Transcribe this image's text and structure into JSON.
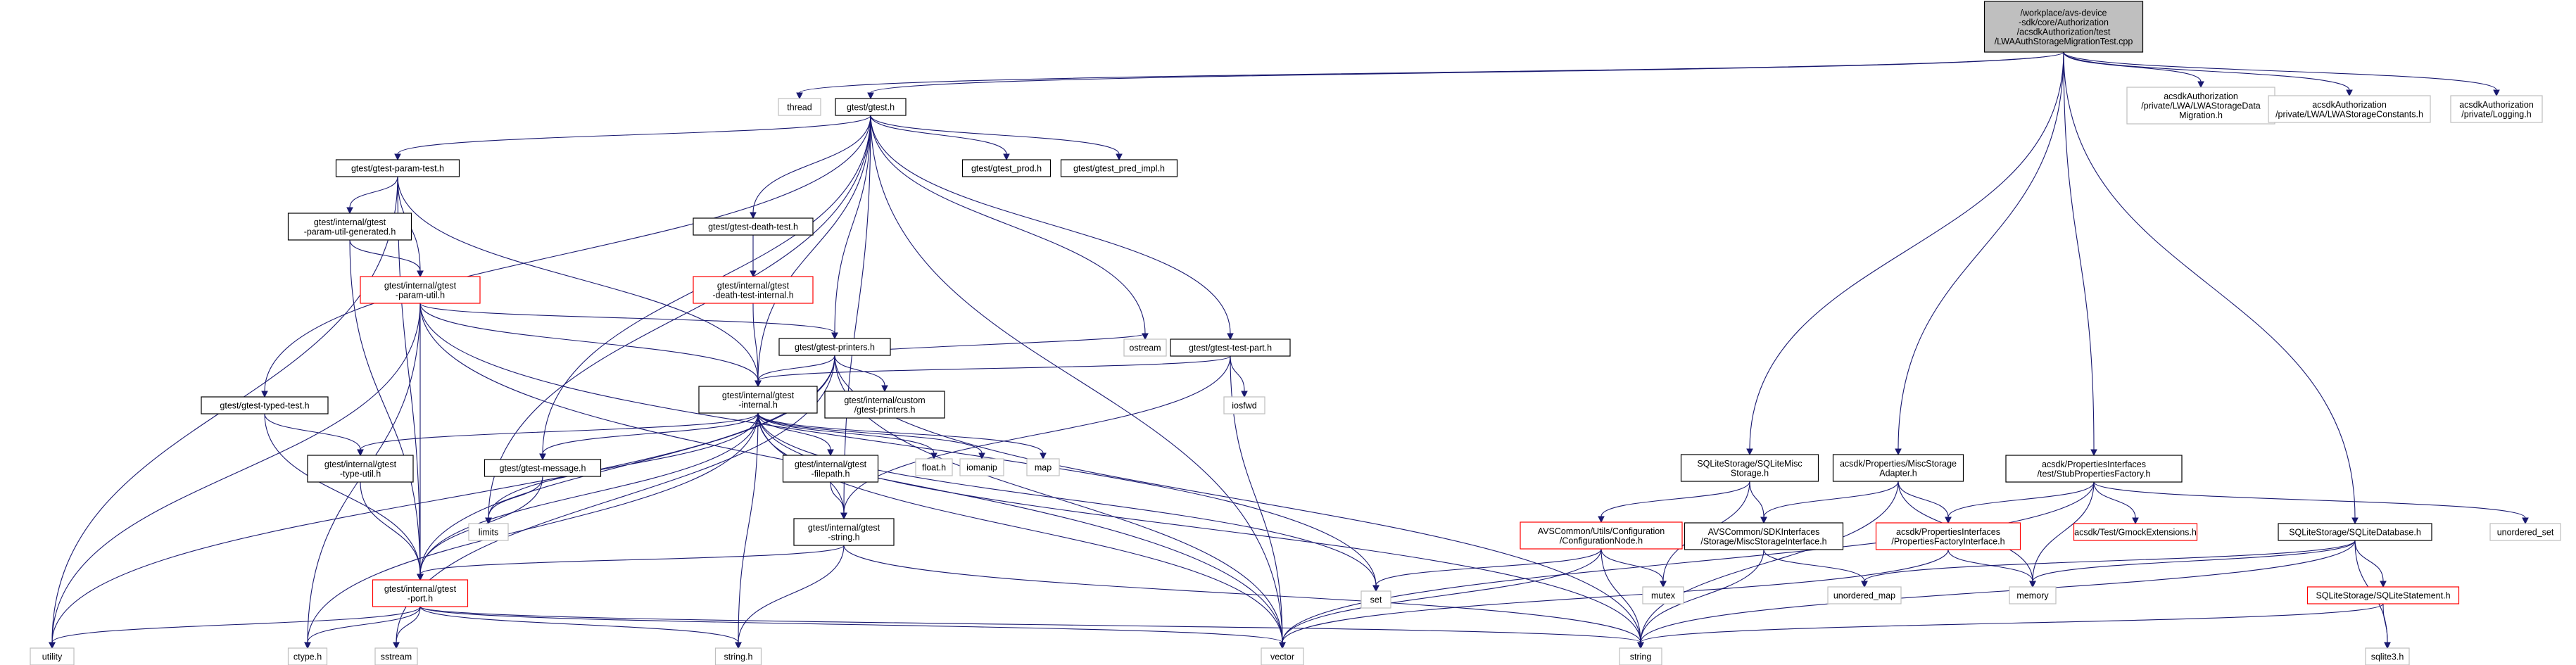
{
  "colors": {
    "edge": "#191970",
    "root_fill": "#bfbfbf",
    "normal_border": "#000000",
    "truncated_border": "#ff0000",
    "external_border": "#bfbfbf",
    "text": "#000000"
  },
  "nodes": [
    {
      "id": "root",
      "kind": "root",
      "lines": [
        "/workplace/avs-device",
        "-sdk/core/Authorization",
        "/acsdkAuthorization/test",
        "/LWAAuthStorageMigrationTest.cpp"
      ]
    },
    {
      "id": "thread",
      "kind": "external",
      "lines": [
        "thread"
      ]
    },
    {
      "id": "gtest",
      "kind": "normal",
      "lines": [
        "gtest/gtest.h"
      ]
    },
    {
      "id": "lwa_data_mig",
      "kind": "external",
      "lines": [
        "acsdkAuthorization",
        "/private/LWA/LWAStorageData",
        "Migration.h"
      ]
    },
    {
      "id": "lwa_const",
      "kind": "external",
      "lines": [
        "acsdkAuthorization",
        "/private/LWA/LWAStorageConstants.h"
      ]
    },
    {
      "id": "logging",
      "kind": "external",
      "lines": [
        "acsdkAuthorization",
        "/private/Logging.h"
      ]
    },
    {
      "id": "param_test",
      "kind": "normal",
      "lines": [
        "gtest/gtest-param-test.h"
      ]
    },
    {
      "id": "gtest_prod",
      "kind": "normal",
      "lines": [
        "gtest/gtest_prod.h"
      ]
    },
    {
      "id": "gtest_pred",
      "kind": "normal",
      "lines": [
        "gtest/gtest_pred_impl.h"
      ]
    },
    {
      "id": "param_gen",
      "kind": "normal",
      "lines": [
        "gtest/internal/gtest",
        "-param-util-generated.h"
      ]
    },
    {
      "id": "death_test",
      "kind": "normal",
      "lines": [
        "gtest/gtest-death-test.h"
      ]
    },
    {
      "id": "param_util",
      "kind": "truncated",
      "lines": [
        "gtest/internal/gtest",
        "-param-util.h"
      ]
    },
    {
      "id": "death_int",
      "kind": "truncated",
      "lines": [
        "gtest/internal/gtest",
        "-death-test-internal.h"
      ]
    },
    {
      "id": "printers",
      "kind": "normal",
      "lines": [
        "gtest/gtest-printers.h"
      ]
    },
    {
      "id": "test_part",
      "kind": "normal",
      "lines": [
        "gtest/gtest-test-part.h"
      ]
    },
    {
      "id": "ostream",
      "kind": "external",
      "lines": [
        "ostream"
      ]
    },
    {
      "id": "typed_test",
      "kind": "normal",
      "lines": [
        "gtest/gtest-typed-test.h"
      ]
    },
    {
      "id": "internal",
      "kind": "normal",
      "lines": [
        "gtest/internal/gtest",
        "-internal.h"
      ]
    },
    {
      "id": "custom_printers",
      "kind": "normal",
      "lines": [
        "gtest/internal/custom",
        "/gtest-printers.h"
      ]
    },
    {
      "id": "iosfwd",
      "kind": "external",
      "lines": [
        "iosfwd"
      ]
    },
    {
      "id": "type_util",
      "kind": "normal",
      "lines": [
        "gtest/internal/gtest",
        "-type-util.h"
      ]
    },
    {
      "id": "message",
      "kind": "normal",
      "lines": [
        "gtest/gtest-message.h"
      ]
    },
    {
      "id": "filepath",
      "kind": "normal",
      "lines": [
        "gtest/internal/gtest",
        "-filepath.h"
      ]
    },
    {
      "id": "float_h",
      "kind": "external",
      "lines": [
        "float.h"
      ]
    },
    {
      "id": "iomanip",
      "kind": "external",
      "lines": [
        "iomanip"
      ]
    },
    {
      "id": "map",
      "kind": "external",
      "lines": [
        "map"
      ]
    },
    {
      "id": "limits",
      "kind": "external",
      "lines": [
        "limits"
      ]
    },
    {
      "id": "gstring",
      "kind": "normal",
      "lines": [
        "gtest/internal/gtest",
        "-string.h"
      ]
    },
    {
      "id": "set",
      "kind": "external",
      "lines": [
        "set"
      ]
    },
    {
      "id": "port",
      "kind": "truncated",
      "lines": [
        "gtest/internal/gtest",
        "-port.h"
      ]
    },
    {
      "id": "utility",
      "kind": "external",
      "lines": [
        "utility"
      ]
    },
    {
      "id": "ctype",
      "kind": "external",
      "lines": [
        "ctype.h"
      ]
    },
    {
      "id": "sstream",
      "kind": "external",
      "lines": [
        "sstream"
      ]
    },
    {
      "id": "string_h",
      "kind": "external",
      "lines": [
        "string.h"
      ]
    },
    {
      "id": "vector",
      "kind": "external",
      "lines": [
        "vector"
      ]
    },
    {
      "id": "string",
      "kind": "external",
      "lines": [
        "string"
      ]
    },
    {
      "id": "sqlite_misc",
      "kind": "normal",
      "lines": [
        "SQLiteStorage/SQLiteMisc",
        "Storage.h"
      ]
    },
    {
      "id": "props_misc",
      "kind": "normal",
      "lines": [
        "acsdk/Properties/MiscStorage",
        "Adapter.h"
      ]
    },
    {
      "id": "stub_factory",
      "kind": "normal",
      "lines": [
        "acsdk/PropertiesInterfaces",
        "/test/StubPropertiesFactory.h"
      ]
    },
    {
      "id": "config_node",
      "kind": "truncated",
      "lines": [
        "AVSCommon/Utils/Configuration",
        "/ConfigurationNode.h"
      ]
    },
    {
      "id": "misc_iface",
      "kind": "normal",
      "lines": [
        "AVSCommon/SDKInterfaces",
        "/Storage/MiscStorageInterface.h"
      ]
    },
    {
      "id": "props_factory",
      "kind": "truncated",
      "lines": [
        "acsdk/PropertiesInterfaces",
        "/PropertiesFactoryInterface.h"
      ]
    },
    {
      "id": "gmock_ext",
      "kind": "truncated",
      "lines": [
        "acsdk/Test/GmockExtensions.h"
      ]
    },
    {
      "id": "sqlite_db",
      "kind": "normal",
      "lines": [
        "SQLiteStorage/SQLiteDatabase.h"
      ]
    },
    {
      "id": "unordered_set",
      "kind": "external",
      "lines": [
        "unordered_set"
      ]
    },
    {
      "id": "mutex",
      "kind": "external",
      "lines": [
        "mutex"
      ]
    },
    {
      "id": "unordered_map",
      "kind": "external",
      "lines": [
        "unordered_map"
      ]
    },
    {
      "id": "memory",
      "kind": "external",
      "lines": [
        "memory"
      ]
    },
    {
      "id": "sqlite_stmt",
      "kind": "truncated",
      "lines": [
        "SQLiteStorage/SQLiteStatement.h"
      ]
    },
    {
      "id": "sqlite3",
      "kind": "external",
      "lines": [
        "sqlite3.h"
      ]
    }
  ],
  "edges": [
    [
      "root",
      "thread"
    ],
    [
      "root",
      "gtest"
    ],
    [
      "root",
      "lwa_data_mig"
    ],
    [
      "root",
      "lwa_const"
    ],
    [
      "root",
      "logging"
    ],
    [
      "root",
      "sqlite_misc"
    ],
    [
      "root",
      "props_misc"
    ],
    [
      "root",
      "stub_factory"
    ],
    [
      "root",
      "sqlite_db"
    ],
    [
      "gtest",
      "param_test"
    ],
    [
      "gtest",
      "gtest_prod"
    ],
    [
      "gtest",
      "gtest_pred"
    ],
    [
      "gtest",
      "death_test"
    ],
    [
      "gtest",
      "printers"
    ],
    [
      "gtest",
      "test_part"
    ],
    [
      "gtest",
      "ostream"
    ],
    [
      "gtest",
      "typed_test"
    ],
    [
      "gtest",
      "internal"
    ],
    [
      "gtest",
      "message"
    ],
    [
      "gtest",
      "limits"
    ],
    [
      "gtest",
      "gstring"
    ],
    [
      "gtest",
      "vector"
    ],
    [
      "param_test",
      "param_gen"
    ],
    [
      "param_test",
      "param_util"
    ],
    [
      "param_test",
      "internal"
    ],
    [
      "param_test",
      "utility"
    ],
    [
      "param_test",
      "port"
    ],
    [
      "param_gen",
      "param_util"
    ],
    [
      "param_gen",
      "port"
    ],
    [
      "death_test",
      "death_int"
    ],
    [
      "death_int",
      "internal"
    ],
    [
      "param_util",
      "printers"
    ],
    [
      "param_util",
      "internal"
    ],
    [
      "param_util",
      "port"
    ],
    [
      "param_util",
      "utility"
    ],
    [
      "param_util",
      "set"
    ],
    [
      "param_util",
      "vector"
    ],
    [
      "param_util",
      "ctype"
    ],
    [
      "printers",
      "internal"
    ],
    [
      "printers",
      "custom_printers"
    ],
    [
      "printers",
      "ostream"
    ],
    [
      "printers",
      "port"
    ],
    [
      "printers",
      "utility"
    ],
    [
      "printers",
      "string"
    ],
    [
      "printers",
      "sstream"
    ],
    [
      "printers",
      "vector"
    ],
    [
      "test_part",
      "internal"
    ],
    [
      "test_part",
      "iosfwd"
    ],
    [
      "test_part",
      "gstring"
    ],
    [
      "test_part",
      "vector"
    ],
    [
      "typed_test",
      "type_util"
    ],
    [
      "typed_test",
      "port"
    ],
    [
      "internal",
      "type_util"
    ],
    [
      "internal",
      "message"
    ],
    [
      "internal",
      "filepath"
    ],
    [
      "internal",
      "float_h"
    ],
    [
      "internal",
      "iomanip"
    ],
    [
      "internal",
      "map"
    ],
    [
      "internal",
      "limits"
    ],
    [
      "internal",
      "gstring"
    ],
    [
      "internal",
      "set"
    ],
    [
      "internal",
      "port"
    ],
    [
      "internal",
      "string_h"
    ],
    [
      "internal",
      "vector"
    ],
    [
      "internal",
      "string"
    ],
    [
      "internal",
      "ctype"
    ],
    [
      "type_util",
      "port"
    ],
    [
      "message",
      "port"
    ],
    [
      "message",
      "limits"
    ],
    [
      "filepath",
      "gstring"
    ],
    [
      "gstring",
      "port"
    ],
    [
      "gstring",
      "string_h"
    ],
    [
      "gstring",
      "string"
    ],
    [
      "port",
      "utility"
    ],
    [
      "port",
      "ctype"
    ],
    [
      "port",
      "sstream"
    ],
    [
      "port",
      "string_h"
    ],
    [
      "port",
      "vector"
    ],
    [
      "port",
      "string"
    ],
    [
      "sqlite_misc",
      "config_node"
    ],
    [
      "sqlite_misc",
      "misc_iface"
    ],
    [
      "sqlite_misc",
      "mutex"
    ],
    [
      "props_misc",
      "misc_iface"
    ],
    [
      "props_misc",
      "props_factory"
    ],
    [
      "props_misc",
      "memory"
    ],
    [
      "props_misc",
      "string"
    ],
    [
      "stub_factory",
      "props_factory"
    ],
    [
      "stub_factory",
      "gmock_ext"
    ],
    [
      "stub_factory",
      "memory"
    ],
    [
      "stub_factory",
      "unordered_set"
    ],
    [
      "stub_factory",
      "vector"
    ],
    [
      "config_node",
      "set"
    ],
    [
      "config_node",
      "mutex"
    ],
    [
      "config_node",
      "string"
    ],
    [
      "config_node",
      "vector"
    ],
    [
      "misc_iface",
      "unordered_map"
    ],
    [
      "misc_iface",
      "string"
    ],
    [
      "props_factory",
      "memory"
    ],
    [
      "props_factory",
      "vector"
    ],
    [
      "sqlite_db",
      "sqlite_stmt"
    ],
    [
      "sqlite_db",
      "sqlite3"
    ],
    [
      "sqlite_db",
      "memory"
    ],
    [
      "sqlite_db",
      "string"
    ],
    [
      "sqlite_db",
      "unordered_map"
    ],
    [
      "sqlite_stmt",
      "sqlite3"
    ],
    [
      "sqlite_stmt",
      "string"
    ]
  ]
}
